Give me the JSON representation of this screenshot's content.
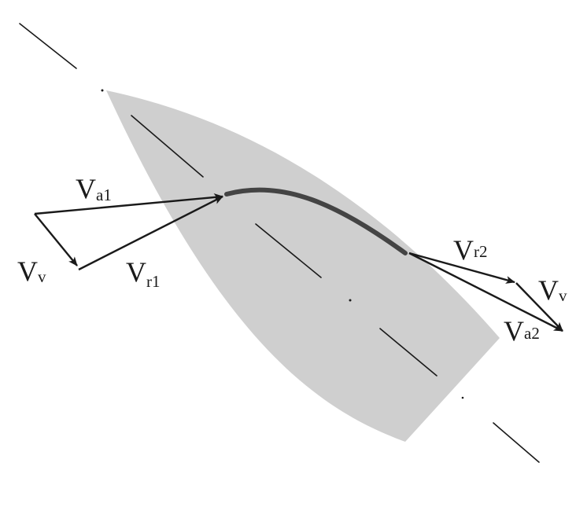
{
  "colors": {
    "background": "#ffffff",
    "hull": "#cfcfcf",
    "ink": "#1a1a1a"
  },
  "labels": {
    "va1": {
      "main": "V",
      "sub": "a1"
    },
    "vr1": {
      "main": "V",
      "sub": "r1"
    },
    "vv_left": {
      "main": "V",
      "sub": "v"
    },
    "vr2": {
      "main": "V",
      "sub": "r2"
    },
    "vv_right": {
      "main": "V",
      "sub": "v"
    },
    "va2": {
      "main": "V",
      "sub": "a2"
    }
  }
}
